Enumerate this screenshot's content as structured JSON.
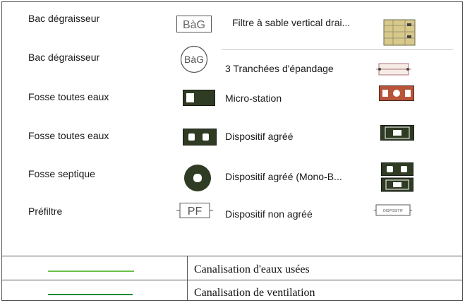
{
  "left": [
    {
      "label": "Bac dégraisseur",
      "symbol_text": "BàG",
      "icon": "bag-square-icon"
    },
    {
      "label": "Bac dégraisseur",
      "symbol_text": "BàG",
      "icon": "bag-circle-icon"
    },
    {
      "label": "Fosse toutes eaux",
      "icon": "fosse-single-chamber-icon"
    },
    {
      "label": "Fosse toutes eaux",
      "icon": "fosse-double-chamber-icon"
    },
    {
      "label": "Fosse septique",
      "icon": "fosse-septique-icon"
    },
    {
      "label": "Préfiltre",
      "symbol_text": "PF",
      "icon": "prefiltre-icon"
    }
  ],
  "right": [
    {
      "label": "Filtre à sable vertical drai...",
      "icon": "filtre-sable-icon"
    },
    {
      "label": "3 Tranchées d'épandage",
      "icon": "tranchees-icon"
    },
    {
      "label": "Micro-station",
      "icon": "micro-station-icon"
    },
    {
      "label": "Dispositif agréé",
      "icon": "dispositif-agree-icon"
    },
    {
      "label": "Dispositif agréé (Mono-B...",
      "icon": "dispositif-agree-mono-icon"
    },
    {
      "label": "Dispositif non agréé",
      "symbol_text": "DISPOSITIF",
      "icon": "dispositif-non-agree-icon"
    }
  ],
  "legend_rows": [
    {
      "label": "Canalisation d'eaux usées",
      "color": "#6cc04a"
    },
    {
      "label": "Canalisation de ventilation",
      "color": "#1f8a3a"
    }
  ],
  "colors": {
    "dark_green": "#2f3b22",
    "micro_station": "#b8543a",
    "sand_filter": "#d8c88a"
  }
}
